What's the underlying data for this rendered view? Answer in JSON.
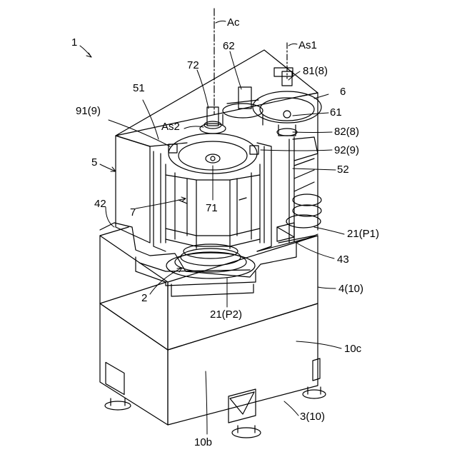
{
  "labels": {
    "l1": "1",
    "lAc": "Ac",
    "lAs1": "As1",
    "l62": "62",
    "l72": "72",
    "l81": "81(8)",
    "l51": "51",
    "l6": "6",
    "l91": "91(9)",
    "l61": "61",
    "lAs2": "As2",
    "l82": "82(8)",
    "l92": "92(9)",
    "l5": "5",
    "l52": "52",
    "l42": "42",
    "l7": "7",
    "l71": "71",
    "l21p1": "21(P1)",
    "l43": "43",
    "l2": "2",
    "l410": "4(10)",
    "l21p2": "21(P2)",
    "l10c": "10c",
    "l310": "3(10)",
    "l10b": "10b"
  }
}
